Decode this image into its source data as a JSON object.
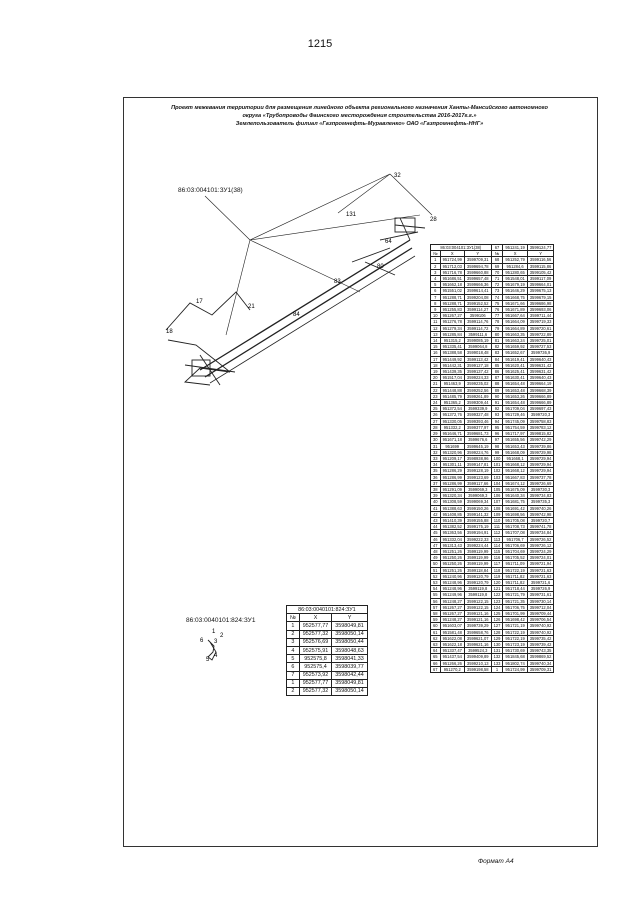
{
  "page_number": "1215",
  "title_lines": [
    "Проект межевания территории для размещения линейного объекта регионального назначения Ханты-Мансийского автономного",
    "округа «Трубопроводы Фаинского месторождения строительства 2016-2017г.г.»",
    "Землепользователь филиал «Газпромнефть-Муравленко» ОАО «Газпромнефть-ННГ»"
  ],
  "plot1_label": "86:03:004101:ЗУ1(38)",
  "plot2_label": "86:03:0040101:824:ЗУ1",
  "map_point_labels": {
    "p32": "32",
    "p131": "131",
    "p28": "28",
    "p84": "84",
    "p83": "83",
    "p80": "80",
    "p64": "64",
    "p17": "17",
    "p21": "21",
    "p18": "18",
    "p1": "1",
    "p3": "3",
    "p2": "2",
    "p6": "6",
    "p5": "5",
    "p4": "4"
  },
  "small_table": {
    "title": "86:03:0040101:824:ЗУ1",
    "headers": [
      "№",
      "X",
      "Y"
    ],
    "rows": [
      [
        "1",
        "952577,77",
        "3598049,81"
      ],
      [
        "2",
        "952577,32",
        "3598050,14"
      ],
      [
        "3",
        "952576,69",
        "3598050,44"
      ],
      [
        "4",
        "952575,91",
        "3598048,63"
      ],
      [
        "5",
        "952575,8",
        "3598041,33"
      ],
      [
        "6",
        "952575,4",
        "3598039,77"
      ],
      [
        "7",
        "952573,92",
        "3598042,44"
      ],
      [
        "1",
        "952577,77",
        "3598049,81"
      ],
      [
        "2",
        "952577,32",
        "3598050,14"
      ]
    ]
  },
  "big_table": {
    "title": "86:03:004101:ЗУ1(38)",
    "headers": [
      "№",
      "X",
      "Y",
      "№",
      "X",
      "Y"
    ],
    "top_right": [
      [
        "67",
        "951241,19",
        "3599124,77"
      ]
    ],
    "rows": [
      [
        "1",
        "951724,99",
        "3599709,31",
        "68",
        "951252,79",
        "3599116,56"
      ],
      [
        "2",
        "951712,03",
        "3599694,78",
        "69",
        "951284,6",
        "3599115,86"
      ],
      [
        "3",
        "951716,78",
        "3599660,88",
        "70",
        "951280,65",
        "3599105,42"
      ],
      [
        "4",
        "951686,51",
        "3599657,48",
        "71",
        "951548,01",
        "3599117,09"
      ],
      [
        "5",
        "951662,18",
        "3599666,36",
        "72",
        "951679,19",
        "3599664,01"
      ],
      [
        "6",
        "951551,02",
        "3599614,41",
        "73",
        "951646,29",
        "3599675,13"
      ],
      [
        "7",
        "951288,71",
        "3599204,08",
        "74",
        "951668,75",
        "3599679,15"
      ],
      [
        "8",
        "951288,71",
        "3599152,52",
        "75",
        "951671,66",
        "3599686,98"
      ],
      [
        "9",
        "951255,83",
        "3599114,27",
        "76",
        "951671,89",
        "3599693,06"
      ],
      [
        "10",
        "951267,27",
        "3599106",
        "77",
        "951667,64",
        "3599711,44"
      ],
      [
        "11",
        "951276,78",
        "3599114,76",
        "78",
        "951664,09",
        "3599719,33"
      ],
      [
        "12",
        "951279,34",
        "3599114,72",
        "79",
        "951664,89",
        "3599720,61"
      ],
      [
        "13",
        "951285,84",
        "3599111,6",
        "80",
        "951663,35",
        "3599722,89"
      ],
      [
        "14",
        "951315,2",
        "3599085,19",
        "81",
        "951663,24",
        "3599725,01"
      ],
      [
        "15",
        "951335,41",
        "3599064,8",
        "82",
        "951659,92",
        "3599727,53"
      ],
      [
        "16",
        "951388,58",
        "3599018,48",
        "83",
        "951652,67",
        "3599736,9"
      ],
      [
        "17",
        "951449,92",
        "3599113,42",
        "84",
        "951619,41",
        "3599640,43"
      ],
      [
        "18",
        "951442,31",
        "3599127,18",
        "85",
        "951620,41",
        "3599631,42"
      ],
      [
        "19",
        "951439,35",
        "3599137,42",
        "86",
        "951625,41",
        "3599631,42"
      ],
      [
        "20",
        "951517,04",
        "3599224,33",
        "87",
        "951630,41",
        "3599640,43"
      ],
      [
        "21",
        "951463,9",
        "3599235,02",
        "88",
        "951654,48",
        "3599664,19"
      ],
      [
        "22",
        "951448,88",
        "3599252,56",
        "89",
        "951653,48",
        "3599668,39"
      ],
      [
        "23",
        "951485,79",
        "3599261,89",
        "90",
        "951653,26",
        "3599666,89"
      ],
      [
        "24",
        "951365,2",
        "3599309,44",
        "91",
        "951654,48",
        "3599666,89"
      ],
      [
        "25",
        "951372,54",
        "3599339,9",
        "92",
        "951709,04",
        "3599697,43"
      ],
      [
        "26",
        "951372,76",
        "3599327,48",
        "93",
        "951729,46",
        "3599720,3"
      ],
      [
        "27",
        "951330,05",
        "3599393,46",
        "94",
        "951745,09",
        "3599758,83"
      ],
      [
        "28",
        "951332,2",
        "3599377,97",
        "95",
        "951754,59",
        "3599783,12"
      ],
      [
        "29",
        "951646,71",
        "3599681,73",
        "96",
        "951717,97",
        "3599815,82"
      ],
      [
        "30",
        "951671,18",
        "3599676,6",
        "97",
        "951655,56",
        "3599742,29"
      ],
      [
        "31",
        "951699",
        "3599645,19",
        "98",
        "951653,43",
        "3599739,86"
      ],
      [
        "32",
        "951320,96",
        "3599224,76",
        "99",
        "951668,09",
        "3599729,98"
      ],
      [
        "33",
        "951209,17",
        "3598938,96",
        "100",
        "951668,1",
        "3599729,94"
      ],
      [
        "34",
        "951301,11",
        "3599147,81",
        "101",
        "951668,12",
        "3599729,94"
      ],
      [
        "35",
        "951286,29",
        "3599128,19",
        "102",
        "951668,12",
        "3599729,94"
      ],
      [
        "36",
        "951286,99",
        "3599123,69",
        "103",
        "951667,83",
        "3599737,78"
      ],
      [
        "37",
        "951286,99",
        "3599117,66",
        "104",
        "951674,12",
        "3599726,69"
      ],
      [
        "38",
        "951291,09",
        "3599069,3",
        "105",
        "951675,09",
        "3599730,3"
      ],
      [
        "39",
        "951320,34",
        "3599069,3",
        "106",
        "951640,34",
        "3599734,83"
      ],
      [
        "40",
        "951308,59",
        "3599069,34",
        "107",
        "951681,75",
        "3599735,3"
      ],
      [
        "41",
        "951388,63",
        "3599150,26",
        "108",
        "951691,42",
        "3599740,26"
      ],
      [
        "42",
        "951408,85",
        "3599141,32",
        "109",
        "951698,56",
        "3599742,98"
      ],
      [
        "43",
        "951410,39",
        "3599155,88",
        "110",
        "951705,08",
        "3599720,7"
      ],
      [
        "44",
        "951382,52",
        "3599175,19",
        "111",
        "951708,73",
        "3599741,78"
      ],
      [
        "45",
        "951363,56",
        "3599194,91",
        "112",
        "951707,08",
        "3599734,84"
      ],
      [
        "46",
        "951332,04",
        "3599222,33",
        "113",
        "951706,7",
        "3599726,52"
      ],
      [
        "47",
        "951313,43",
        "3599224,44",
        "114",
        "951706,69",
        "3599726,12"
      ],
      [
        "48",
        "951251,26",
        "3599119,99",
        "115",
        "951704,69",
        "3599724,29"
      ],
      [
        "49",
        "951250,26",
        "3599119,99",
        "116",
        "951705,52",
        "3599724,01"
      ],
      [
        "50",
        "951250,26",
        "3599119,99",
        "117",
        "951711,09",
        "3599721,94"
      ],
      [
        "51",
        "951251,26",
        "3599118,84",
        "118",
        "951722,19",
        "3599721,63"
      ],
      [
        "52",
        "951240,96",
        "3599120,79",
        "119",
        "951711,82",
        "3599721,63"
      ],
      [
        "53",
        "951248,96",
        "3599120,79",
        "120",
        "951711,82",
        "3599721,6"
      ],
      [
        "54",
        "951248,96",
        "3599119,8",
        "121",
        "951718,44",
        "3599726,9"
      ],
      [
        "55",
        "951249,96",
        "3599119,8",
        "122",
        "951721,79",
        "3599731,61"
      ],
      [
        "56",
        "951248,27",
        "3599122,15",
        "123",
        "951721,35",
        "3599730,14"
      ],
      [
        "57",
        "951267,27",
        "3599122,15",
        "124",
        "951706,75",
        "3599712,04"
      ],
      [
        "58",
        "951267,27",
        "3599121,16",
        "125",
        "951701,99",
        "3599709,44"
      ],
      [
        "59",
        "951248,27",
        "3599121,16",
        "126",
        "951698,42",
        "3599706,54"
      ],
      [
        "60",
        "951603,07",
        "3599739,29",
        "127",
        "951721,19",
        "3599740,92"
      ],
      [
        "61",
        "951581,48",
        "3599658,76",
        "128",
        "951722,19",
        "3599740,92"
      ],
      [
        "62",
        "951622,08",
        "3599621,07",
        "129",
        "951722,19",
        "3599735,42"
      ],
      [
        "63",
        "951622,18",
        "3599621,16",
        "130",
        "951723,19",
        "3599739,42"
      ],
      [
        "64",
        "951337,47",
        "3599524,3",
        "131",
        "951730,69",
        "3599743,35"
      ],
      [
        "65",
        "951437,54",
        "3599409,89",
        "132",
        "951845,68",
        "3599869,52"
      ],
      [
        "66",
        "951266,26",
        "3599210,13",
        "133",
        "951802,74",
        "3599740,34"
      ],
      [
        "67",
        "951270,2",
        "3599198,58",
        "1",
        "951724,99",
        "3599709,31"
      ]
    ]
  },
  "sheet_label": "Формат А4"
}
